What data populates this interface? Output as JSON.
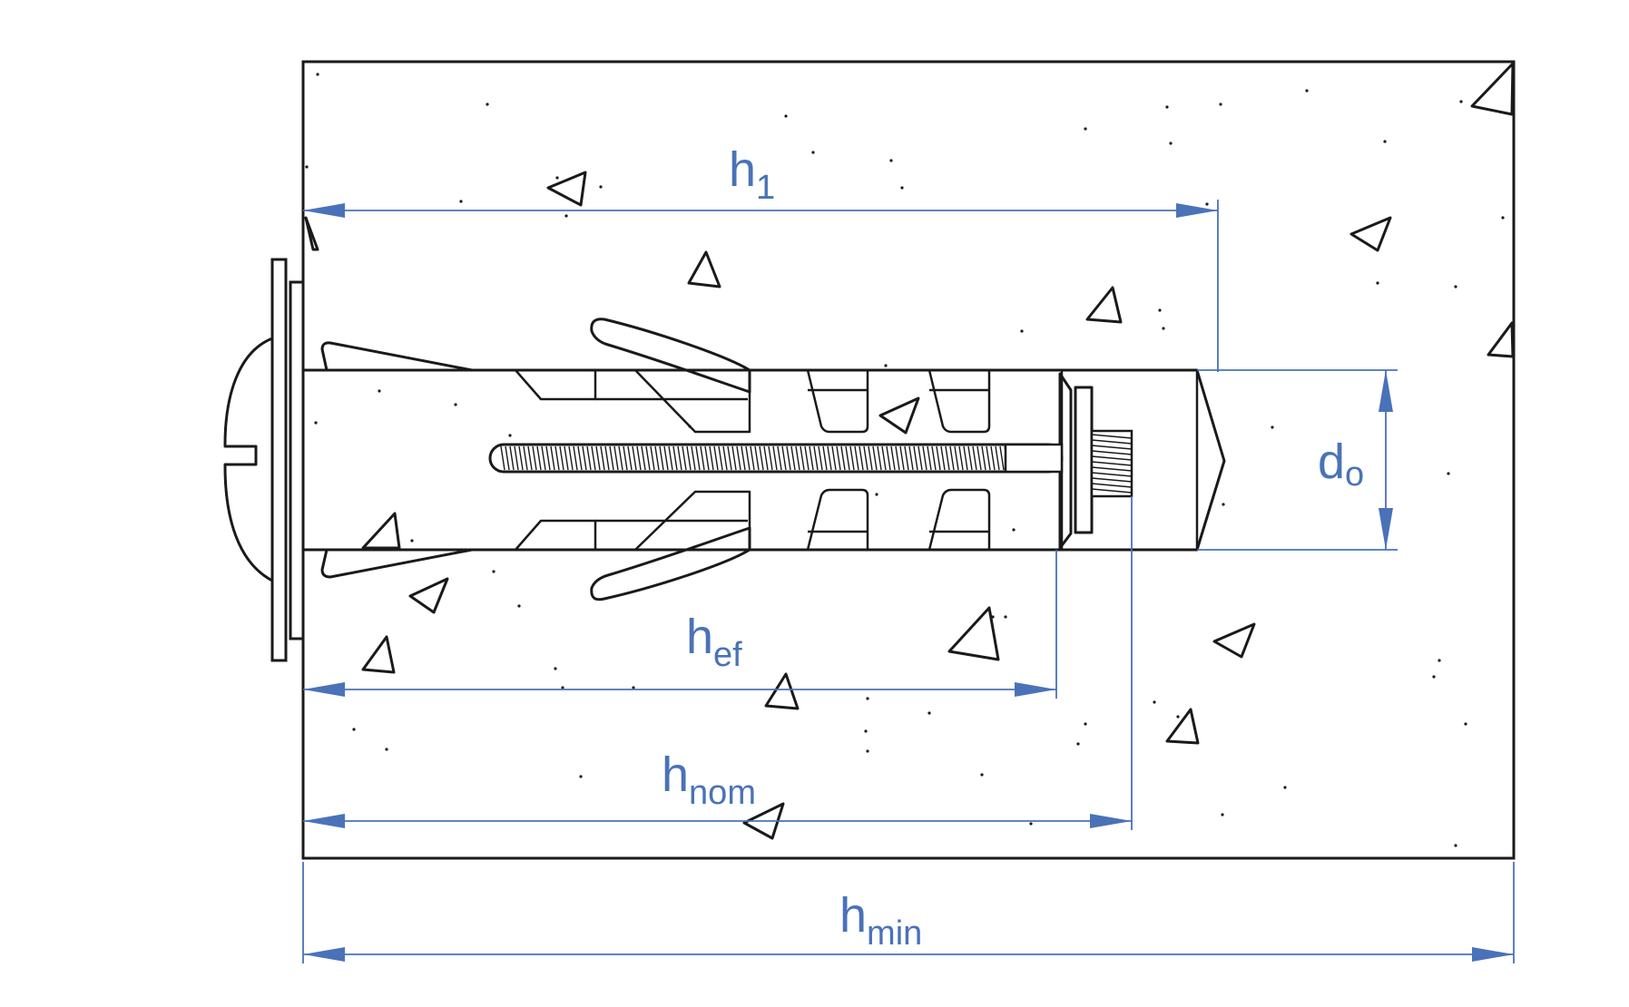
{
  "labels": {
    "h1": {
      "main": "h",
      "sub": "1"
    },
    "hef": {
      "main": "h",
      "sub": "ef"
    },
    "hnom": {
      "main": "h",
      "sub": "nom"
    },
    "hmin": {
      "main": "h",
      "sub": "min"
    },
    "d0": {
      "main": "d",
      "sub": "o"
    }
  },
  "colors": {
    "dimension": "#4a72b8",
    "line": "#1a1a1a",
    "background": "#ffffff"
  }
}
